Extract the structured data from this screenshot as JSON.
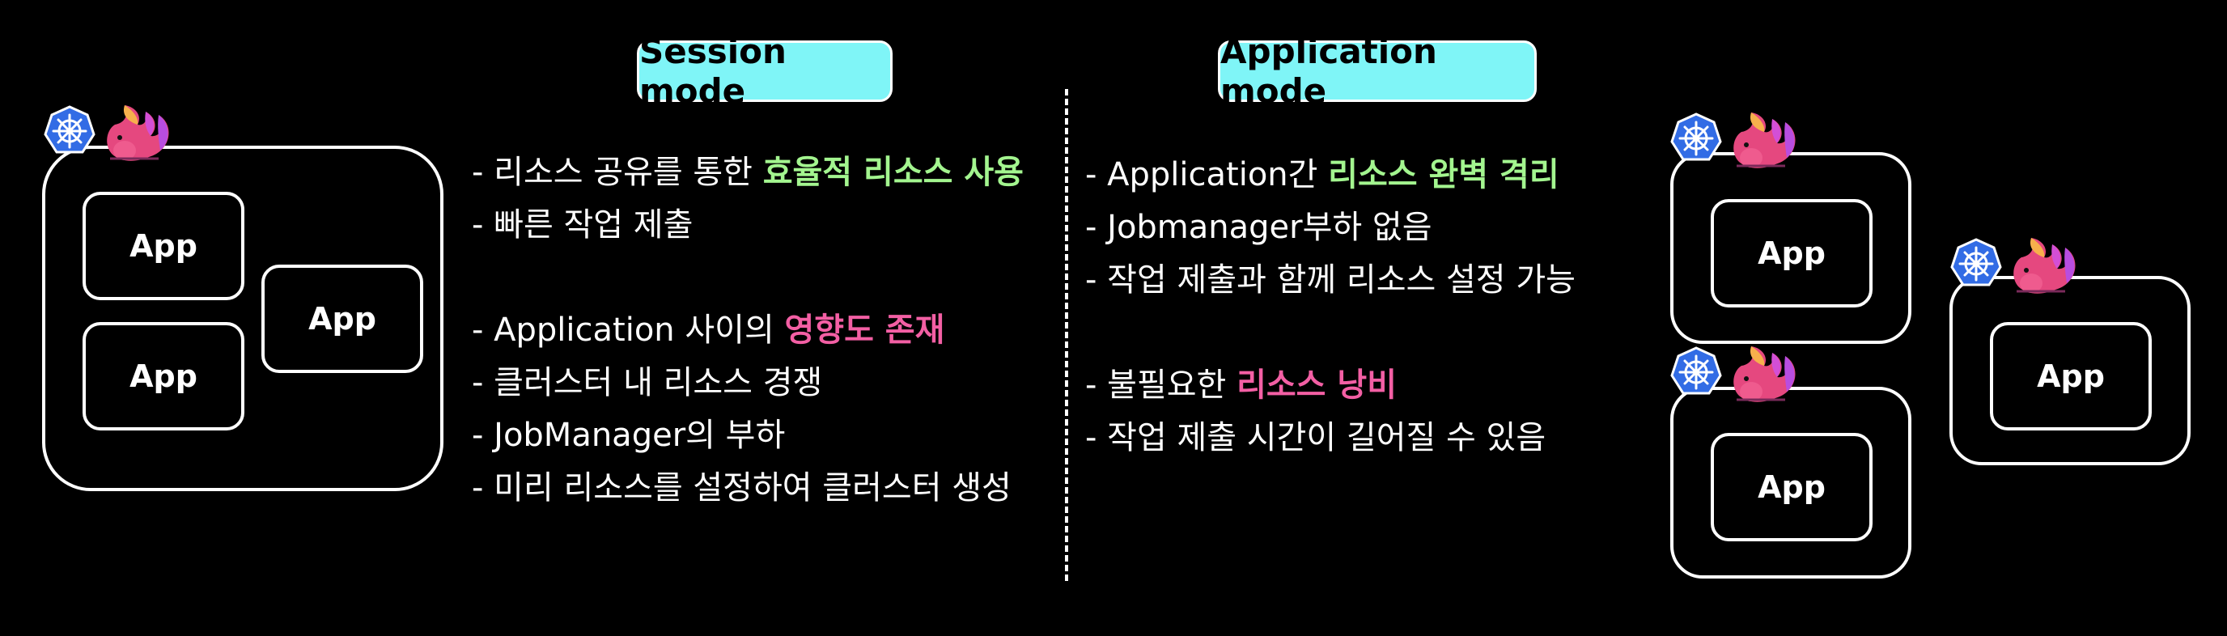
{
  "session": {
    "title": "Session mode",
    "apps": [
      "App",
      "App",
      "App"
    ],
    "pros": [
      {
        "prefix": "- 리소스 공유를 통한 ",
        "highlight": "효율적 리소스 사용"
      },
      {
        "prefix": "- 빠른 작업 제출",
        "highlight": ""
      }
    ],
    "cons": [
      {
        "prefix": "- Application 사이의 ",
        "highlight": "영향도 존재"
      },
      {
        "prefix": "- 클러스터 내 리소스 경쟁",
        "highlight": ""
      },
      {
        "prefix": "- JobManager의 부하",
        "highlight": ""
      },
      {
        "prefix": "- 미리 리소스를 설정하여 클러스터 생성",
        "highlight": ""
      }
    ]
  },
  "application": {
    "title": "Application mode",
    "apps": [
      "App",
      "App",
      "App"
    ],
    "pros": [
      {
        "prefix": "- Application간 ",
        "highlight": "리소스 완벽 격리"
      },
      {
        "prefix": "- Jobmanager부하 없음",
        "highlight": ""
      },
      {
        "prefix": "- 작업 제출과 함께 리소스 설정 가능",
        "highlight": ""
      }
    ],
    "cons": [
      {
        "prefix": "- 불필요한 ",
        "highlight": "리소스 낭비"
      },
      {
        "prefix": "- 작업 제출 시간이 길어질 수  있음",
        "highlight": ""
      }
    ]
  },
  "colors": {
    "title_bg": "#7ff5f7",
    "positive": "#a3f58f",
    "negative": "#f35fa4",
    "kubernetes": "#326ce5"
  },
  "icons": [
    "kubernetes-icon",
    "flink-squirrel-icon"
  ]
}
